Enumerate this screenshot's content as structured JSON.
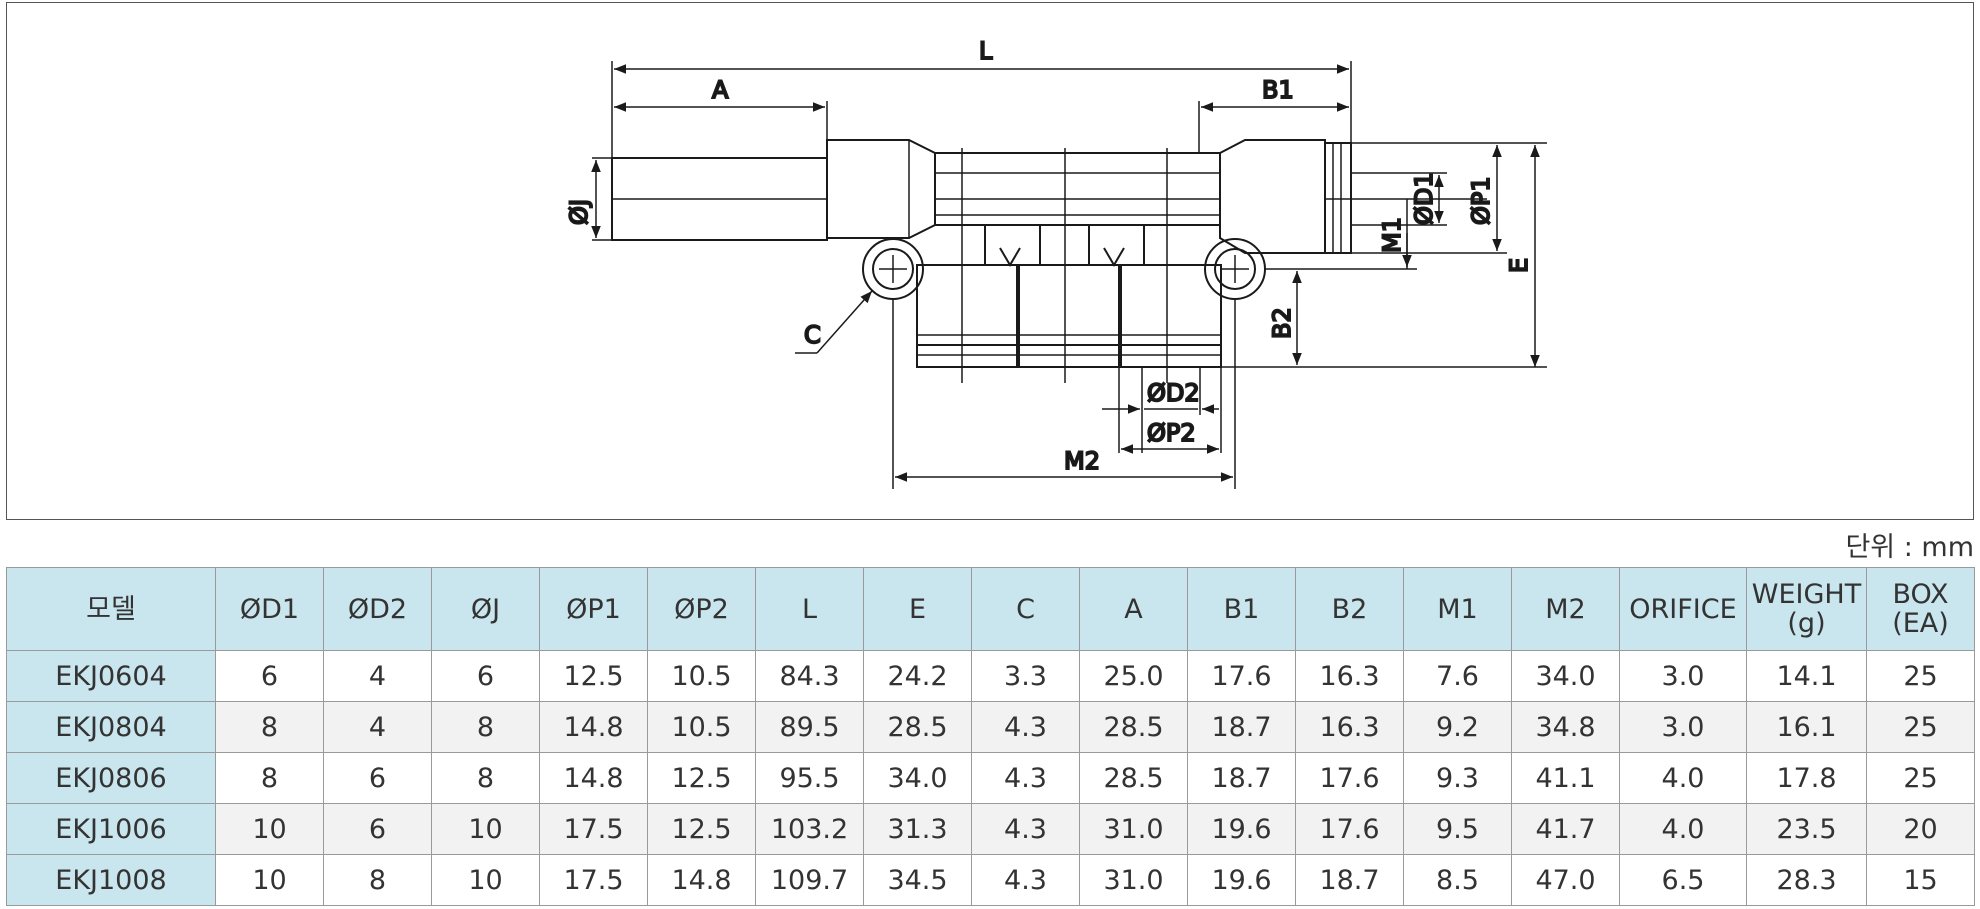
{
  "drawing": {
    "labels": {
      "L": "L",
      "A": "A",
      "B1": "B1",
      "J": "ØJ",
      "C": "C",
      "D1": "ØD1",
      "P1": "ØP1",
      "M1": "M1",
      "E": "E",
      "B2": "B2",
      "D2": "ØD2",
      "P2": "ØP2",
      "M2": "M2"
    }
  },
  "unit_label": "단위 : mm",
  "table": {
    "headers": [
      "모델",
      "ØD1",
      "ØD2",
      "ØJ",
      "ØP1",
      "ØP2",
      "L",
      "E",
      "C",
      "A",
      "B1",
      "B2",
      "M1",
      "M2",
      "ORIFICE",
      "WEIGHT",
      "BOX"
    ],
    "header_sub": {
      "15": "(g)",
      "16": "(EA)"
    },
    "rows": [
      [
        "EKJ0604",
        "6",
        "4",
        "6",
        "12.5",
        "10.5",
        "84.3",
        "24.2",
        "3.3",
        "25.0",
        "17.6",
        "16.3",
        "7.6",
        "34.0",
        "3.0",
        "14.1",
        "25"
      ],
      [
        "EKJ0804",
        "8",
        "4",
        "8",
        "14.8",
        "10.5",
        "89.5",
        "28.5",
        "4.3",
        "28.5",
        "18.7",
        "16.3",
        "9.2",
        "34.8",
        "3.0",
        "16.1",
        "25"
      ],
      [
        "EKJ0806",
        "8",
        "6",
        "8",
        "14.8",
        "12.5",
        "95.5",
        "34.0",
        "4.3",
        "28.5",
        "18.7",
        "17.6",
        "9.3",
        "41.1",
        "4.0",
        "17.8",
        "25"
      ],
      [
        "EKJ1006",
        "10",
        "6",
        "10",
        "17.5",
        "12.5",
        "103.2",
        "31.3",
        "4.3",
        "31.0",
        "19.6",
        "17.6",
        "9.5",
        "41.7",
        "4.0",
        "23.5",
        "20"
      ],
      [
        "EKJ1008",
        "10",
        "8",
        "10",
        "17.5",
        "14.8",
        "109.7",
        "34.5",
        "4.3",
        "31.0",
        "19.6",
        "18.7",
        "8.5",
        "47.0",
        "6.5",
        "28.3",
        "15"
      ]
    ]
  }
}
